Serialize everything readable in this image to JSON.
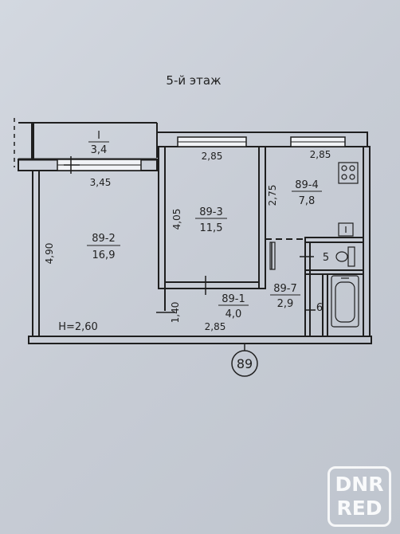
{
  "floor_title": "5-й этаж",
  "rooms": [
    {
      "id": "balcony",
      "number": "I",
      "area": "3,4"
    },
    {
      "id": "room-89-2",
      "number": "89-2",
      "area": "16,9"
    },
    {
      "id": "room-89-3",
      "number": "89-3",
      "area": "11,5"
    },
    {
      "id": "room-89-4",
      "number": "89-4",
      "area": "7,8"
    },
    {
      "id": "room-89-1",
      "number": "89-1",
      "area": "4,0"
    },
    {
      "id": "room-89-7",
      "number": "89-7",
      "area": "2,9"
    }
  ],
  "small_rooms": {
    "toilet": "5",
    "bathroom": "6"
  },
  "dimensions": {
    "room3_width": "2,85",
    "room4_width": "2,85",
    "room2_width": "3,45",
    "room2_length": "4,90",
    "room3_length": "4,05",
    "room4_length": "2,75",
    "hall_width": "1,40",
    "hall_length": "2,85"
  },
  "ceiling_height": "H=2,60",
  "apartment_number": "89",
  "watermark": {
    "line1": "DNR",
    "line2": "RED"
  },
  "colors": {
    "ink": "#222222",
    "wall": "#1f1f1f",
    "paper": "#cdd2da"
  }
}
